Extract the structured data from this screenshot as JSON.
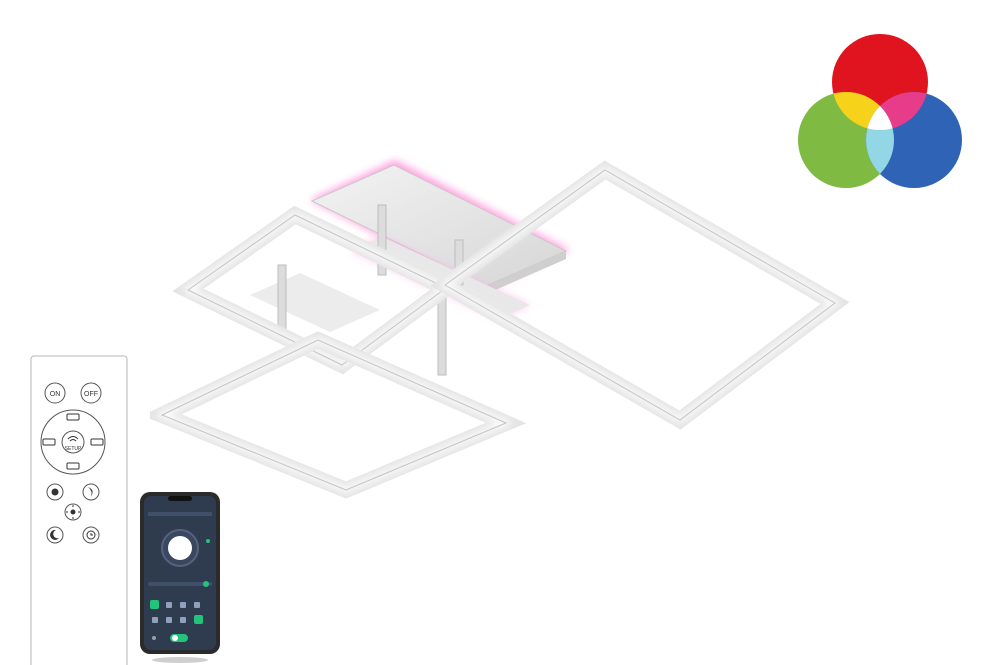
{
  "remote": {
    "on_label": "ON",
    "off_label": "OFF",
    "setup_label": "SETUP"
  },
  "colors": {
    "red": "#e0141e",
    "green": "#7fba42",
    "blue": "#2f63b5",
    "yellow": "#f7d21a",
    "magenta": "#e63c8a",
    "cyan": "#93d6e5",
    "lamp_frame": "#ededed",
    "lamp_glow": "#ff8ad8",
    "phone_screen": "#2f3b4f",
    "phone_accent": "#22c47a"
  },
  "icons": [
    "rgb-color-wheel-icon",
    "ceiling-lamp-image",
    "remote-control-image",
    "smartphone-app-image"
  ]
}
